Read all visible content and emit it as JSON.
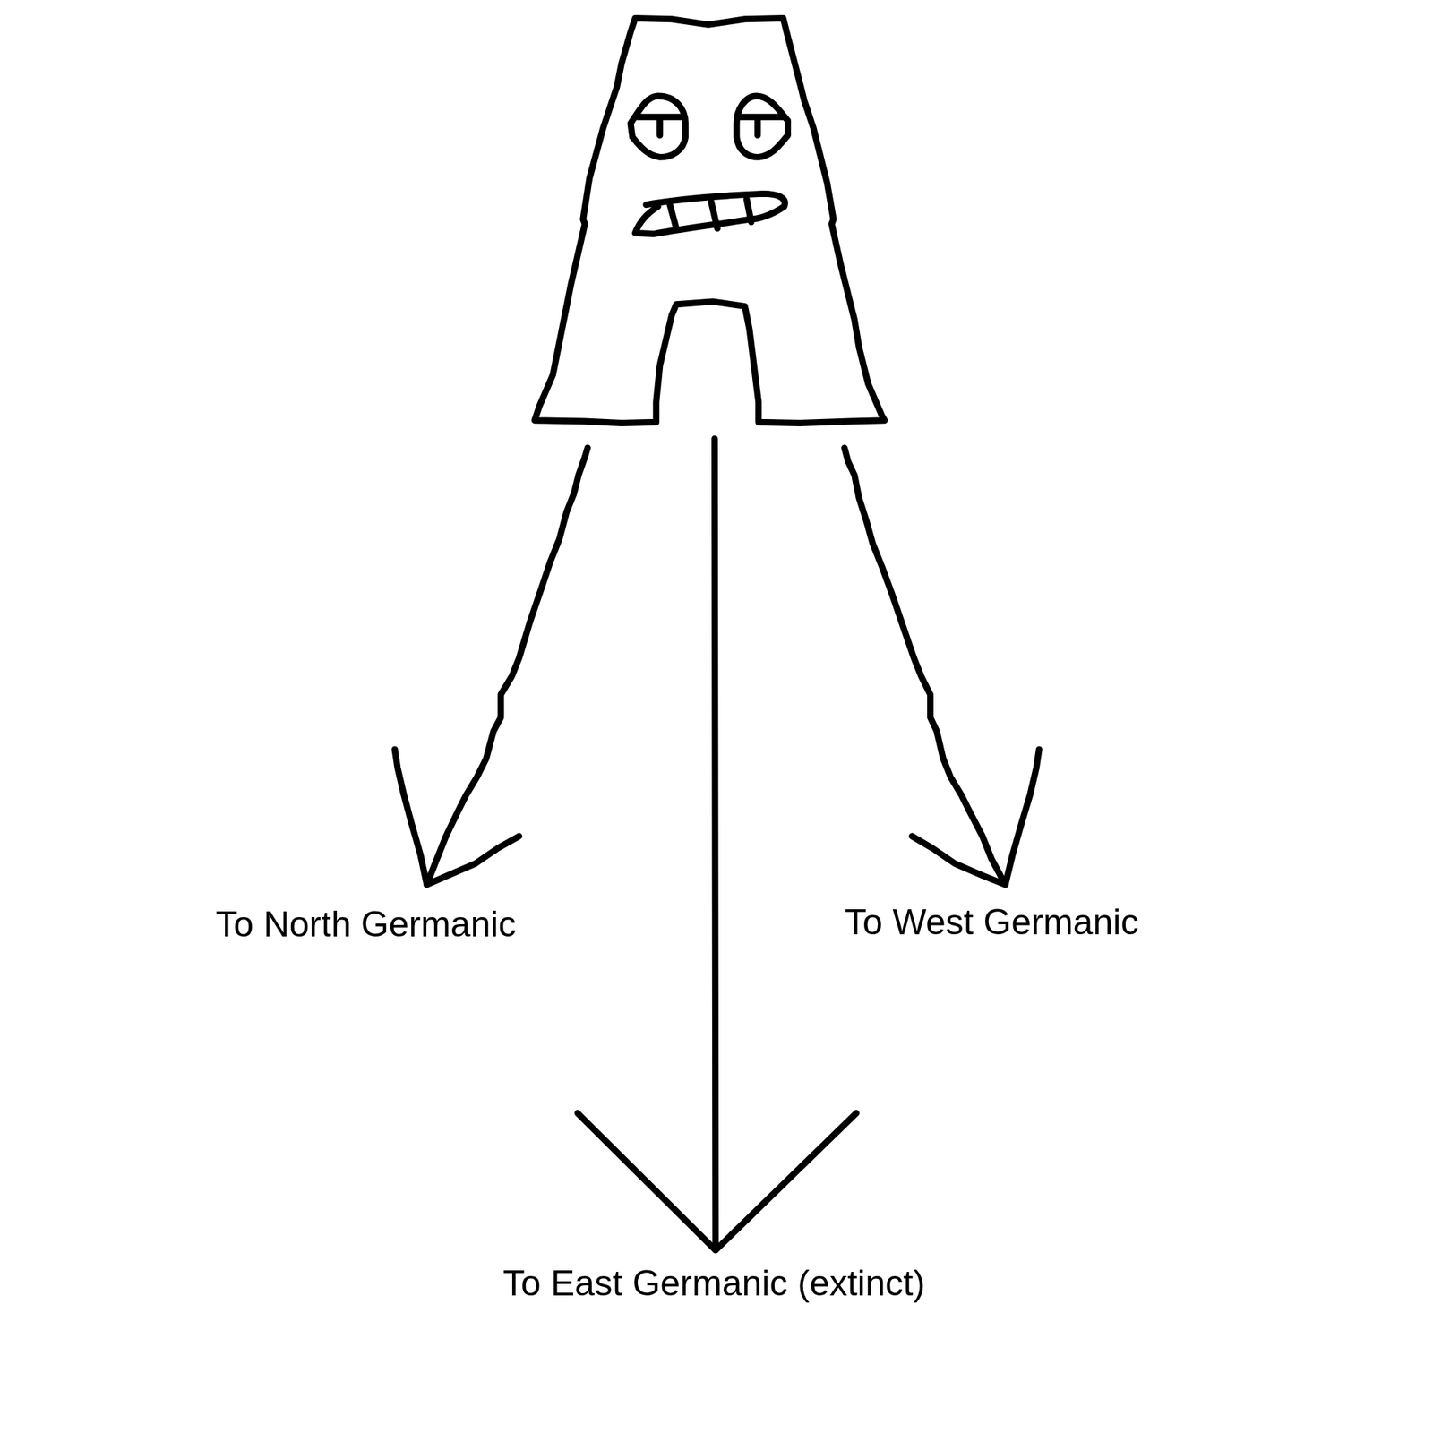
{
  "diagram": {
    "labels": [
      "To North Germanic",
      "To West Germanic",
      "To East Germanic (extinct)"
    ]
  }
}
